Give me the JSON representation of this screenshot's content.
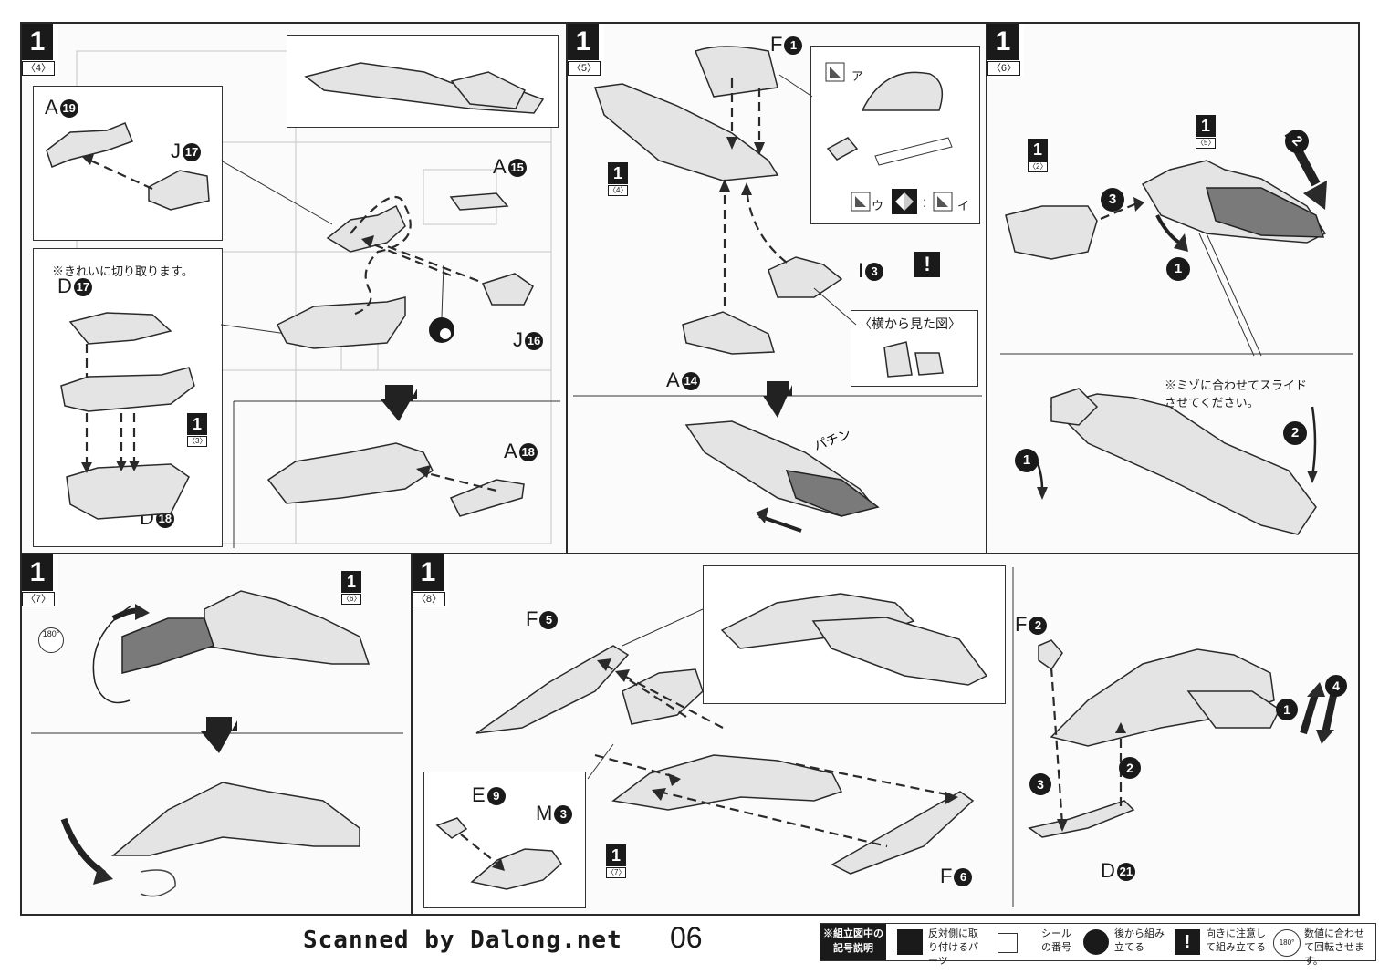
{
  "page": {
    "credit": "Scanned by Dalong.net",
    "number": "06"
  },
  "steps": {
    "s4": {
      "num": "1",
      "sub": "〈4〉"
    },
    "s5": {
      "num": "1",
      "sub": "〈5〉"
    },
    "s6": {
      "num": "1",
      "sub": "〈6〉"
    },
    "s7": {
      "num": "1",
      "sub": "〈7〉"
    },
    "s8": {
      "num": "1",
      "sub": "〈8〉"
    }
  },
  "refs": {
    "r3": {
      "num": "1",
      "sub": "〈3〉"
    },
    "r4": {
      "num": "1",
      "sub": "〈4〉"
    },
    "r2": {
      "num": "1",
      "sub": "〈2〉"
    },
    "r5": {
      "num": "1",
      "sub": "〈5〉"
    },
    "r6": {
      "num": "1",
      "sub": "〈6〉"
    },
    "r7": {
      "num": "1",
      "sub": "〈7〉"
    }
  },
  "parts": {
    "A19": {
      "letter": "A",
      "n": "19"
    },
    "J17": {
      "letter": "J",
      "n": "17"
    },
    "D17": {
      "letter": "D",
      "n": "17"
    },
    "D18": {
      "letter": "D",
      "n": "18"
    },
    "A15": {
      "letter": "A",
      "n": "15"
    },
    "J16": {
      "letter": "J",
      "n": "16"
    },
    "A18": {
      "letter": "A",
      "n": "18"
    },
    "F1": {
      "letter": "F",
      "n": "1"
    },
    "I3": {
      "letter": "I",
      "n": "3"
    },
    "A14": {
      "letter": "A",
      "n": "14"
    },
    "F5": {
      "letter": "F",
      "n": "5"
    },
    "E9": {
      "letter": "E",
      "n": "9"
    },
    "M3": {
      "letter": "M",
      "n": "3"
    },
    "F6": {
      "letter": "F",
      "n": "6"
    },
    "F2": {
      "letter": "F",
      "n": "2"
    },
    "D21": {
      "letter": "D",
      "n": "21"
    }
  },
  "notes": {
    "cut_clean": "※きれいに切り取ります。",
    "side_view": "〈横から見た図〉",
    "slide": "※ミゾに合わせてスライド",
    "slide2": "させてください。",
    "snap": "パチン",
    "decal_a": "ア",
    "decal_u": "ウ",
    "decal_i": "イ",
    "rot180": "180°"
  },
  "legend": {
    "header": "※組立図中の記号説明",
    "items": [
      {
        "text": "反対側に取り付けるパーツ",
        "icon": "mirror-part-icon"
      },
      {
        "text": "シールの番号",
        "icon": "sticker-number-icon"
      },
      {
        "text": "後から組み立てる",
        "icon": "assemble-later-icon"
      },
      {
        "text": "向きに注意して組み立てる",
        "icon": "caution-direction-icon"
      },
      {
        "text": "数値に合わせて回転させます。",
        "icon": "rotate-180-icon"
      }
    ]
  }
}
